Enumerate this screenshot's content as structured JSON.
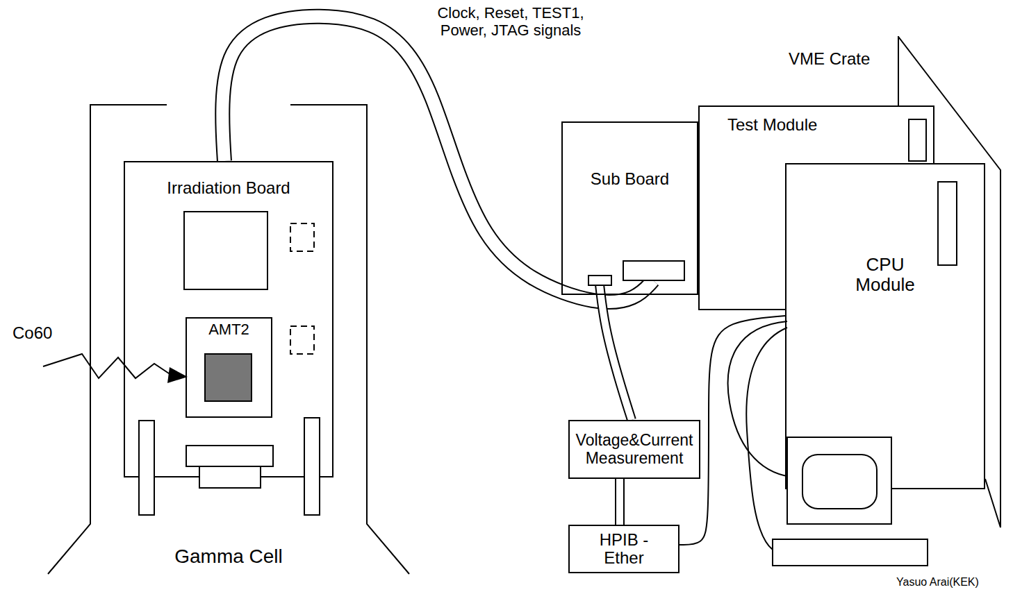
{
  "diagram": {
    "nodes": [
      {
        "text": [
          "Gamma Cell"
        ]
      },
      {
        "text": [
          "Irradiation Board"
        ],
        "in": 0
      },
      {
        "text": [
          "AMT2"
        ],
        "in": 1
      },
      {
        "text": [
          "VME Crate"
        ]
      },
      {
        "text": [
          "Test Module"
        ]
      },
      {
        "text": [
          "Sub Board"
        ]
      },
      {
        "text": [
          "CPU Module"
        ]
      },
      {
        "text": [
          "Voltage&Current Measurement"
        ]
      },
      {
        "text": [
          "HPIB - Ether"
        ]
      }
    ],
    "edges": [
      {
        "from": 1,
        "to": 5,
        "arrow": "none",
        "label": "Clock, Reset, TEST1, Power, JTAG signals"
      },
      {
        "from": 5,
        "to": 7,
        "arrow": "none"
      },
      {
        "from": 7,
        "to": 8,
        "arrow": "none"
      },
      {
        "from": 8,
        "to": 6,
        "arrow": "none"
      }
    ],
    "labels": [
      "Co60",
      "Yasuo Arai(KEK)"
    ]
  }
}
